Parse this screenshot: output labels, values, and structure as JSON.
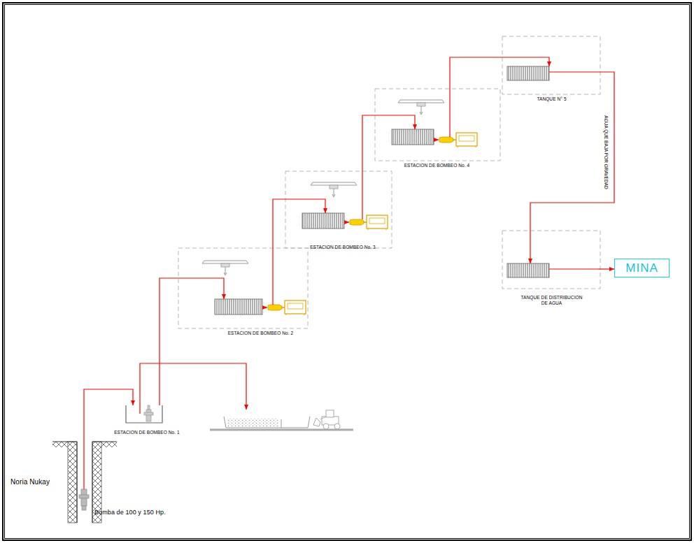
{
  "diagram": {
    "nodes": [
      {
        "text": [
          "Noria Nukay",
          "Bomba de 100 y 150 Hp."
        ]
      },
      {
        "text": [
          "ESTACION DE BOMBEO No. 1"
        ]
      },
      {
        "text": [
          "ESTACION DE BOMBEO No. 2"
        ]
      },
      {
        "text": [
          "ESTACION DE BOMBEO No. 3"
        ]
      },
      {
        "text": [
          "ESTACION DE BOMBEO No. 4"
        ]
      },
      {
        "text": [
          "TANQUE N° 5"
        ]
      },
      {
        "text": [
          "TANQUE DE DISTRIBUCION DE AGUA"
        ]
      },
      {
        "text": [
          "MINA"
        ]
      }
    ],
    "edges": [
      {
        "from": 0,
        "to": 1,
        "arrow": "to"
      },
      {
        "from": 1,
        "to": 2,
        "arrow": "to"
      },
      {
        "from": 2,
        "to": 3,
        "arrow": "to"
      },
      {
        "from": 3,
        "to": 4,
        "arrow": "to"
      },
      {
        "from": 4,
        "to": 5,
        "arrow": "to"
      },
      {
        "from": 5,
        "to": 6,
        "label": "AGUA QUE BAJA POR GRAVEDAD",
        "arrow": "to"
      },
      {
        "from": 6,
        "to": 7,
        "arrow": "to"
      }
    ]
  }
}
